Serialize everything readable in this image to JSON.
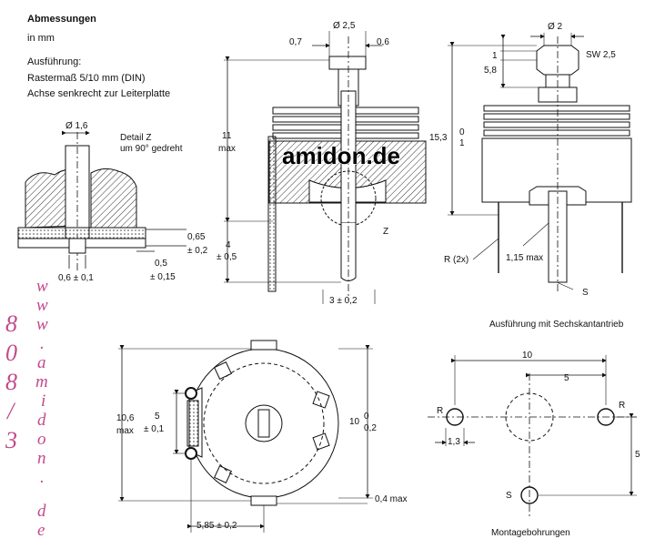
{
  "header": {
    "title": "Abmessungen",
    "unit": "in mm",
    "exec_label": "Ausführung:",
    "grid": "Rastermaß 5/10 mm (DIN)",
    "axis": "Achse senkrecht zur Leiterplatte"
  },
  "detail": {
    "title": "Detail Z",
    "subtitle": "um 90° gedreht",
    "dia": "Ø 1,6",
    "d065": "0,65",
    "d065_tol": "± 0,2",
    "d05": "0,5",
    "d05_tol": "± 0,15",
    "d06": "0,6 ± 0,1"
  },
  "side": {
    "dia": "Ø 2,5",
    "d07": "0,7",
    "d06": "0,6",
    "h11": "11",
    "max": "max",
    "h4": "4",
    "h4_tol": "± 0,5",
    "zlabel": "Z",
    "w3": "3 ± 0,2"
  },
  "hex": {
    "dia": "Ø 2",
    "sw": "SW 2,5",
    "d1": "1",
    "d58": "5,8",
    "h153": "15,3",
    "h153_up": "0",
    "h153_dn": "1",
    "r2x": "R (2x)",
    "d115": "1,15 max",
    "s": "S",
    "caption": "Ausführung mit Sechskantantrieb"
  },
  "bottom": {
    "h106": "10,6",
    "max": "max",
    "d5": "5",
    "d5_tol": "± 0,1",
    "d10": "10",
    "d10_up": "0",
    "d10_dn": "0,2",
    "d04": "0,4 max",
    "d585": "5,85 ± 0,2"
  },
  "mount": {
    "d10": "10",
    "d5": "5",
    "r_left": "R",
    "r_right": "R",
    "d13": "1,3",
    "d5v": "5",
    "s": "S",
    "caption": "Montagebohrungen"
  },
  "watermark": {
    "logo": "amidon.de",
    "web": [
      "w",
      "w",
      "w",
      ".",
      "a",
      "m",
      "i",
      "d",
      "o",
      "n",
      ".",
      "d",
      "e"
    ],
    "code": [
      "8",
      "0",
      "8",
      "/",
      "3"
    ],
    "color": "#c24a8c"
  }
}
